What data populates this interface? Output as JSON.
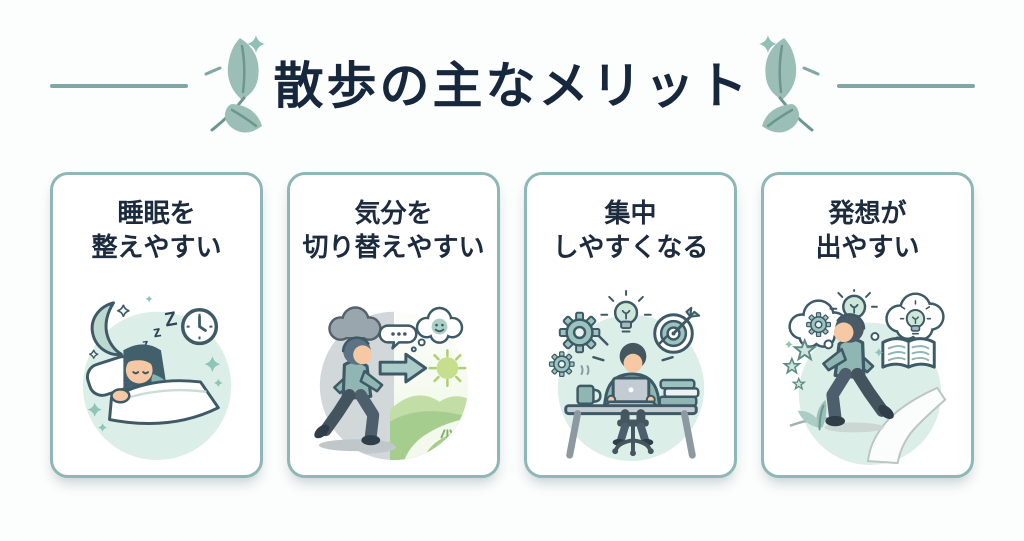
{
  "header": {
    "title": "散歩の主なメリット",
    "ornament_left": "leaf-sprig",
    "ornament_right": "leaf-sprig"
  },
  "cards": [
    {
      "id": "sleep",
      "title_line1": "睡眠を",
      "title_line2": "整えやすい",
      "illustration": "person-sleeping-with-moon-and-clock",
      "zzz": [
        "z",
        "z",
        "Z"
      ]
    },
    {
      "id": "mood",
      "title_line1": "気分を",
      "title_line2": "切り替えやすい",
      "illustration": "walk-from-gloomy-to-sunny"
    },
    {
      "id": "focus",
      "title_line1": "集中",
      "title_line2": "しやすくなる",
      "illustration": "person-focused-at-laptop-desk"
    },
    {
      "id": "ideas",
      "title_line1": "発想が",
      "title_line2": "出やすい",
      "illustration": "person-walking-with-idea-bubbles"
    }
  ],
  "colors": {
    "title_text": "#17273c",
    "card_title_text": "#1c2b3d",
    "card_border": "#8fb7b7",
    "accent_line": "#7ea7a5",
    "leaf": "#9bbfb7",
    "mint_circle": "#dceee8",
    "teal": "#8fb6b2",
    "outline": "#3d5a66",
    "background": "#fcfdfd"
  }
}
